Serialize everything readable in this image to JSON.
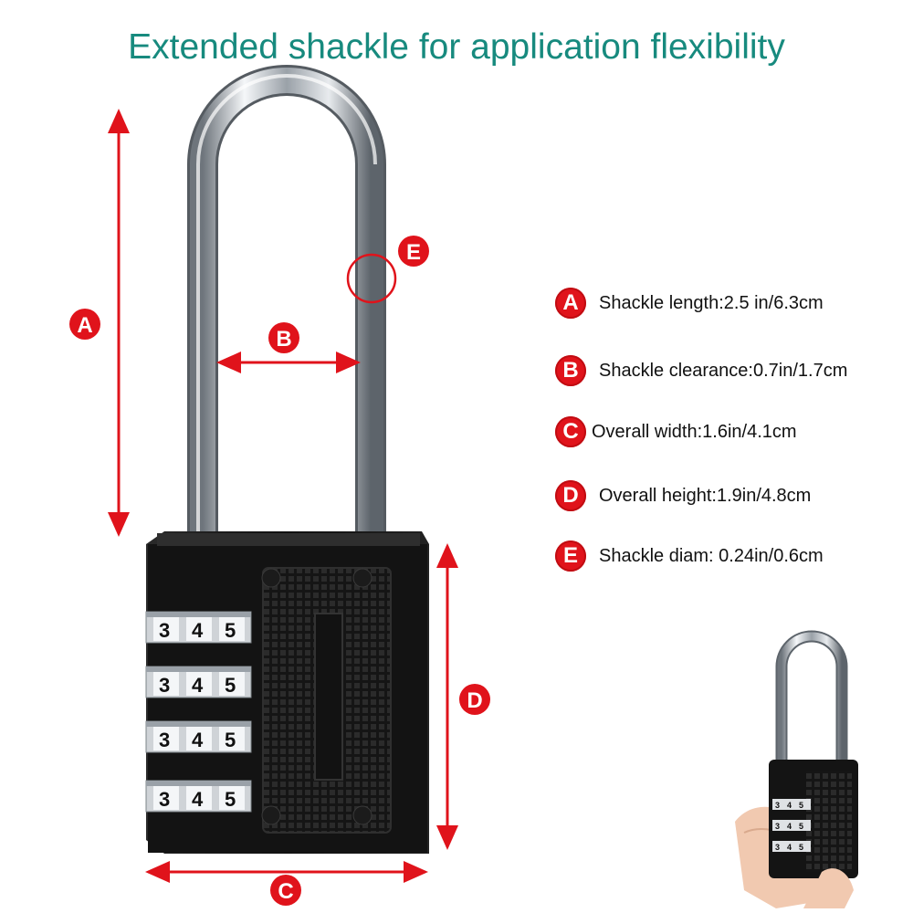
{
  "title": "Extended shackle for application flexibility",
  "markers": {
    "a": "A",
    "b": "B",
    "c": "C",
    "d": "D",
    "e": "E"
  },
  "specs": [
    {
      "letter": "A",
      "text": "Shackle length:2.5 in/6.3cm"
    },
    {
      "letter": "B",
      "text": "Shackle clearance:0.7in/1.7cm"
    },
    {
      "letter": "C",
      "text": "Overall width:1.6in/4.1cm"
    },
    {
      "letter": "D",
      "text": "Overall height:1.9in/4.8cm"
    },
    {
      "letter": "E",
      "text": "Shackle diam: 0.24in/0.6cm"
    }
  ],
  "combination_digits": [
    "3",
    "4",
    "5"
  ],
  "colors": {
    "title": "#178a7e",
    "accent_red": "#e0131b",
    "lock_body": "#141414",
    "shackle_chrome": "#c9ced3"
  }
}
